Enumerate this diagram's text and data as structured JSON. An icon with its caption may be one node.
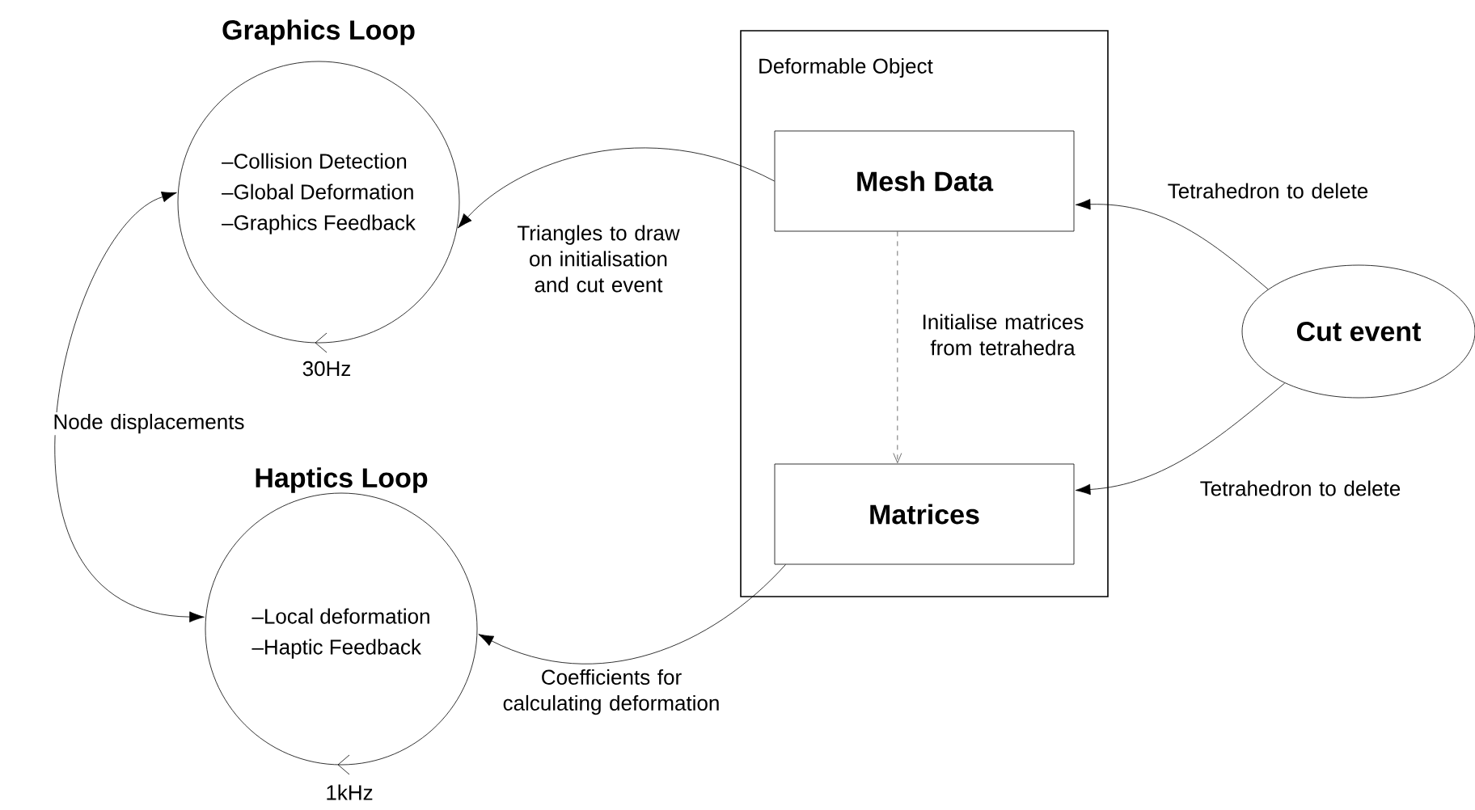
{
  "diagram": {
    "nodes": [
      {
        "text": [
          "Graphics Loop",
          "–Collision Detection",
          "–Global Deformation",
          "–Graphics Feedback"
        ],
        "beside": [
          "30Hz"
        ]
      },
      {
        "text": [
          "Haptics Loop",
          "–Local deformation",
          "–Haptic Feedback"
        ],
        "beside": [
          "1kHz"
        ]
      },
      {
        "text": [
          "Deformable Object"
        ]
      },
      {
        "text": [
          "Mesh Data"
        ],
        "in": 2
      },
      {
        "text": [
          "Matrices"
        ],
        "in": 2
      },
      {
        "text": [
          "Cut event"
        ]
      }
    ],
    "edges": [
      {
        "from": 3,
        "to": 0,
        "arrow": "to",
        "label": "Triangles to draw on initialisation and cut event"
      },
      {
        "from": 0,
        "to": 1,
        "arrow": "both",
        "label": "Node displacements"
      },
      {
        "from": 3,
        "to": 4,
        "arrow": "to",
        "style": "dashed",
        "label": "Initialise matrices from tetrahedra"
      },
      {
        "from": 5,
        "to": 3,
        "arrow": "to",
        "label": "Tetrahedron to delete"
      },
      {
        "from": 5,
        "to": 4,
        "arrow": "to",
        "label": "Tetrahedron to delete"
      },
      {
        "from": 4,
        "to": 1,
        "arrow": "to",
        "label": "Coefficients for calculating deformation"
      }
    ]
  }
}
